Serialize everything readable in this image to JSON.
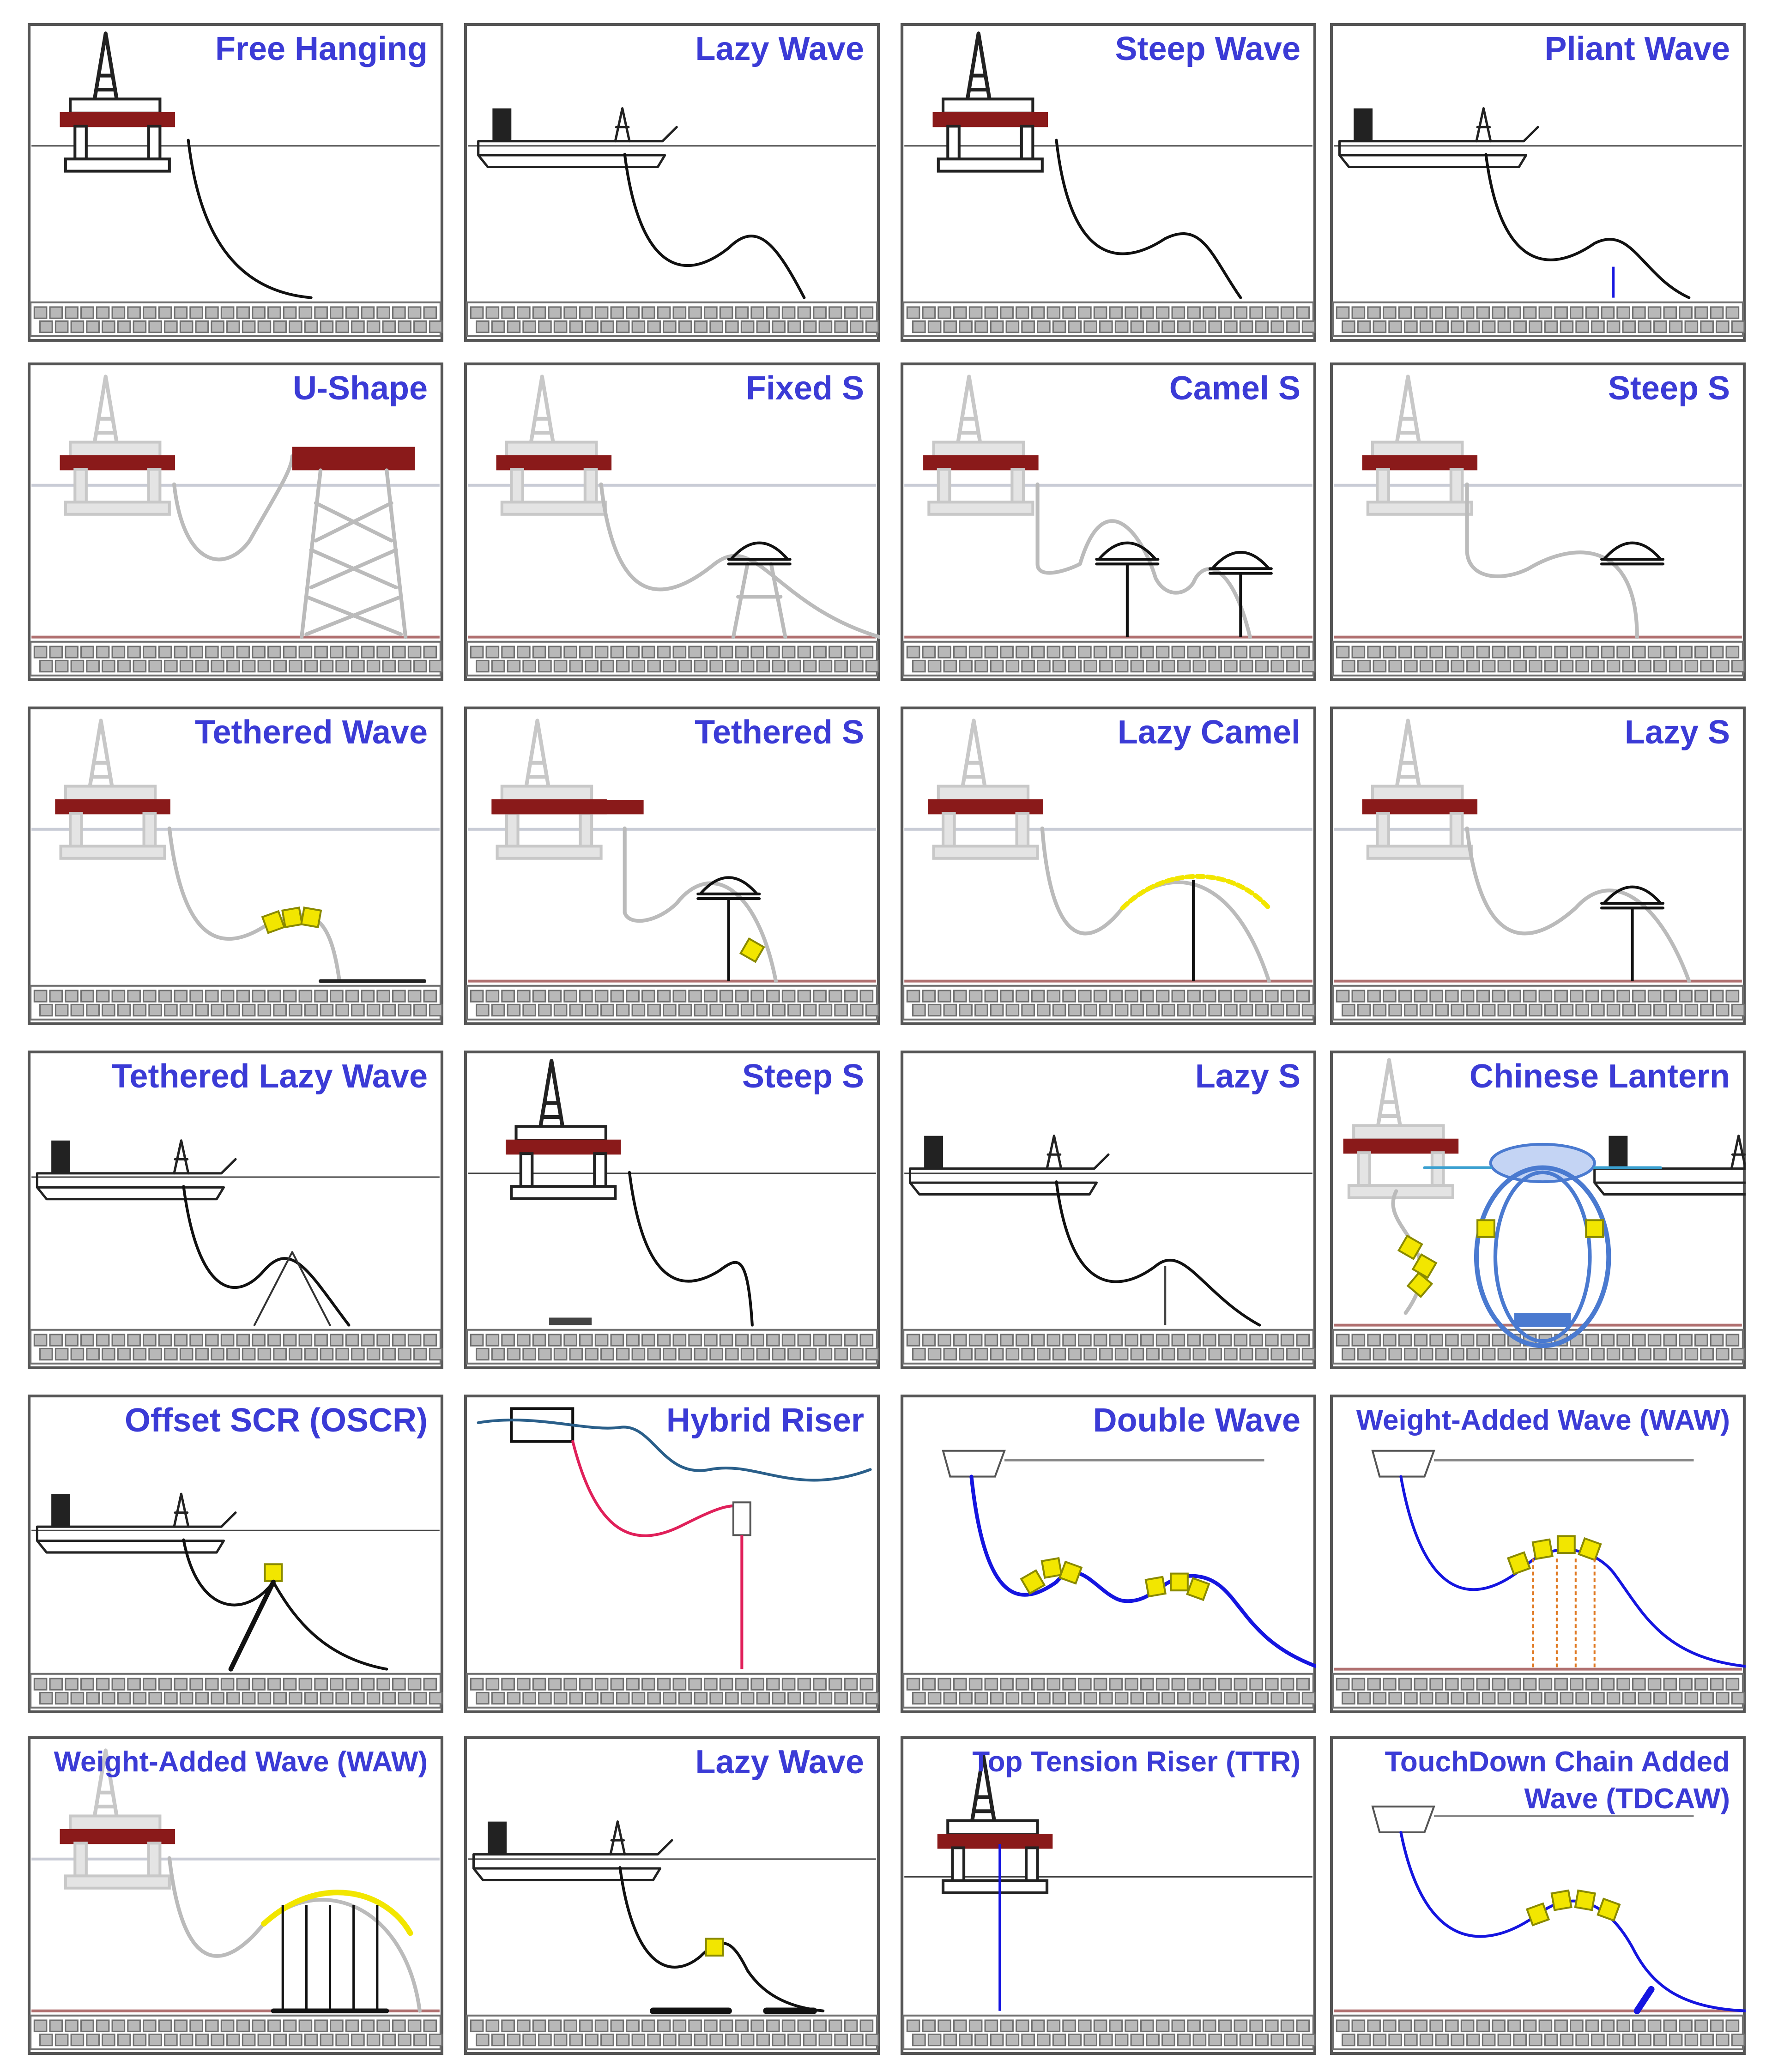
{
  "colors": {
    "title": "#3b3bd6",
    "frame": "#555555",
    "seabed_dark": "#707070",
    "seabed_mid": "#b8b8b8",
    "hull_red": "#8a1a1a",
    "grey_struct": "#c8c8c8",
    "black_line": "#111111",
    "buoy_yellow": "#f2e600",
    "blue_riser": "#1515e0",
    "hybrid_red": "#e0205a",
    "hybrid_wave": "#2a5f8a",
    "chain_orange": "#e07820",
    "lantern_blue": "#4a7ad0"
  },
  "panels": [
    {
      "id": "free-hanging",
      "title": "Free Hanging"
    },
    {
      "id": "lazy-wave-1",
      "title": "Lazy Wave"
    },
    {
      "id": "steep-wave",
      "title": "Steep Wave"
    },
    {
      "id": "pliant-wave",
      "title": "Pliant Wave"
    },
    {
      "id": "u-shape",
      "title": "U-Shape"
    },
    {
      "id": "fixed-s",
      "title": "Fixed S"
    },
    {
      "id": "camel-s",
      "title": "Camel S"
    },
    {
      "id": "steep-s-1",
      "title": "Steep S"
    },
    {
      "id": "tethered-wave",
      "title": "Tethered Wave"
    },
    {
      "id": "tethered-s",
      "title": "Tethered S"
    },
    {
      "id": "lazy-camel",
      "title": "Lazy Camel"
    },
    {
      "id": "lazy-s-1",
      "title": "Lazy S"
    },
    {
      "id": "tethered-lazy-wave",
      "title": "Tethered Lazy Wave"
    },
    {
      "id": "steep-s-2",
      "title": "Steep S"
    },
    {
      "id": "lazy-s-2",
      "title": "Lazy S"
    },
    {
      "id": "chinese-lantern",
      "title": "Chinese Lantern"
    },
    {
      "id": "oscr",
      "title": "Offset SCR (OSCR)"
    },
    {
      "id": "hybrid-riser",
      "title": "Hybrid Riser"
    },
    {
      "id": "double-wave",
      "title": "Double Wave"
    },
    {
      "id": "waw-1",
      "title": "Weight-Added Wave (WAW)"
    },
    {
      "id": "waw-2",
      "title": "Weight-Added Wave (WAW)"
    },
    {
      "id": "lazy-wave-2",
      "title": "Lazy Wave"
    },
    {
      "id": "ttr",
      "title": "Top Tension Riser (TTR)"
    },
    {
      "id": "tdcaw",
      "title": "TouchDown Chain Added\nWave (TDCAW)"
    }
  ]
}
